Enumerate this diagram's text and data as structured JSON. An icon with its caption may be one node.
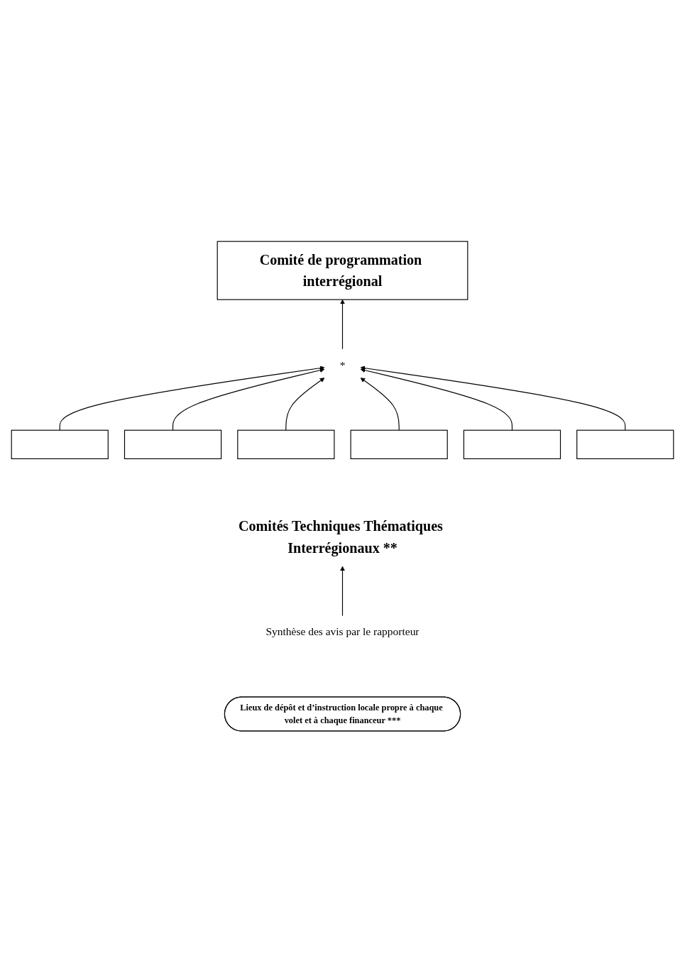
{
  "diagram": {
    "nodes": [
      {
        "text": [
          "Comité de programmation interrégional"
        ]
      },
      {
        "text": [
          "*"
        ]
      },
      {
        "text": [],
        "shape": "box"
      },
      {
        "text": [],
        "shape": "box"
      },
      {
        "text": [],
        "shape": "box"
      },
      {
        "text": [],
        "shape": "box"
      },
      {
        "text": [],
        "shape": "box"
      },
      {
        "text": [],
        "shape": "box"
      },
      {
        "text": [
          "Comités Techniques Thématiques Interrégionaux **"
        ]
      },
      {
        "text": [
          "Synthèse des avis par le rapporteur"
        ]
      },
      {
        "text": [
          "Lieux de dépôt et d’instruction locale propre à chaque volet et à chaque financeur ***"
        ]
      }
    ],
    "edges": [
      {
        "from": 2,
        "to": 1,
        "arrow": "to"
      },
      {
        "from": 3,
        "to": 1,
        "arrow": "to"
      },
      {
        "from": 4,
        "to": 1,
        "arrow": "to"
      },
      {
        "from": 5,
        "to": 1,
        "arrow": "to"
      },
      {
        "from": 6,
        "to": 1,
        "arrow": "to"
      },
      {
        "from": 7,
        "to": 1,
        "arrow": "to"
      },
      {
        "from": 1,
        "to": 0,
        "arrow": "to"
      },
      {
        "from": 9,
        "to": 8,
        "arrow": "to"
      }
    ]
  }
}
